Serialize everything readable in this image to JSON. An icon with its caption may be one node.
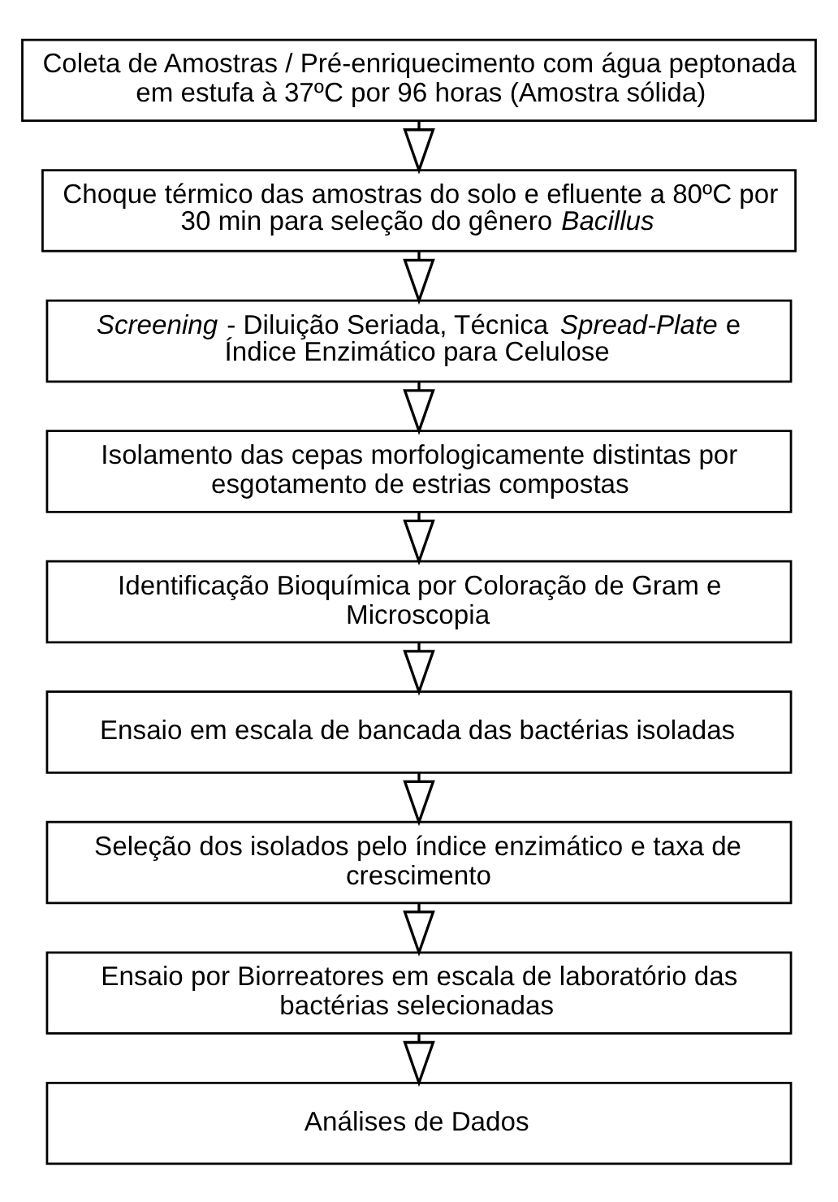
{
  "diagram": {
    "nodes": [
      {
        "text": [
          "Coleta de Amostras / Pré-enriquecimento com água peptonada em estufa à 37ºC por 96 horas (Amostra sólida)"
        ]
      },
      {
        "text": [
          "Choque térmico das amostras do solo e efluente a 80ºC por 30 min para seleção do gênero *Bacillus*"
        ]
      },
      {
        "text": [
          "*Screening* - Diluição Seriada, Técnica *Spread-Plate* e Índice Enzimático para Celulose"
        ]
      },
      {
        "text": [
          "Isolamento das cepas morfologicamente distintas por esgotamento de estrias compostas"
        ]
      },
      {
        "text": [
          "Identificação Bioquímica por Coloração de Gram e Microscopia"
        ]
      },
      {
        "text": [
          "Ensaio em escala de bancada das bactérias isoladas"
        ]
      },
      {
        "text": [
          "Seleção dos isolados pelo índice enzimático e taxa de crescimento"
        ]
      },
      {
        "text": [
          "Ensaio por Biorreatores em escala de laboratório das bactérias selecionadas"
        ]
      },
      {
        "text": [
          "Análises de Dados"
        ]
      }
    ],
    "edges": [
      {
        "from": 0,
        "to": 1,
        "arrow": "to"
      },
      {
        "from": 1,
        "to": 2,
        "arrow": "to"
      },
      {
        "from": 2,
        "to": 3,
        "arrow": "to"
      },
      {
        "from": 3,
        "to": 4,
        "arrow": "to"
      },
      {
        "from": 4,
        "to": 5,
        "arrow": "to"
      },
      {
        "from": 5,
        "to": 6,
        "arrow": "to"
      },
      {
        "from": 6,
        "to": 7,
        "arrow": "to"
      },
      {
        "from": 7,
        "to": 8,
        "arrow": "to"
      }
    ]
  }
}
